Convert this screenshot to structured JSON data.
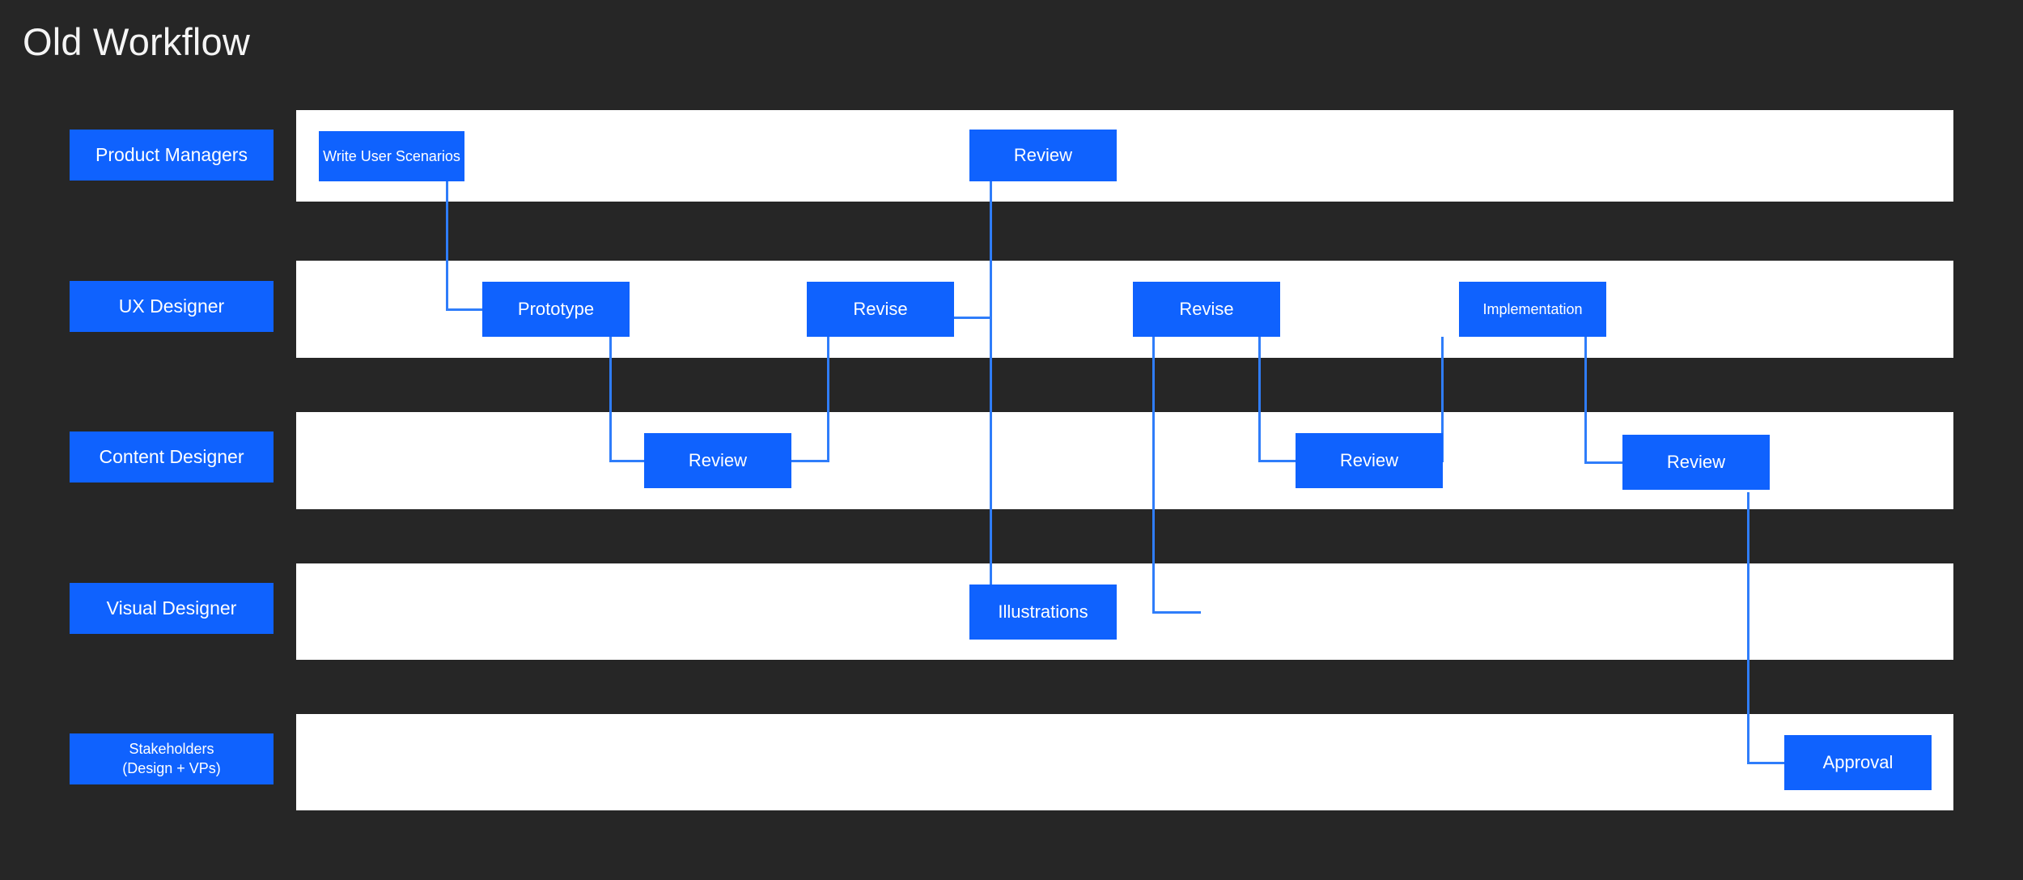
{
  "page": {
    "title": "Old Workflow",
    "background_color": "#262626",
    "lane_color": "#ffffff",
    "accent_color": "#0f62fe",
    "connector_color": "#2f7dfa"
  },
  "lanes": [
    {
      "id": "product-managers",
      "label": "Product Managers"
    },
    {
      "id": "ux-designer",
      "label": "UX Designer"
    },
    {
      "id": "content-designer",
      "label": "Content Designer"
    },
    {
      "id": "visual-designer",
      "label": "Visual Designer"
    },
    {
      "id": "stakeholders",
      "label_line1": "Stakeholders",
      "label_line2": "(Design + VPs)"
    }
  ],
  "tasks": [
    {
      "id": "write-user-scenarios",
      "lane": "product-managers",
      "label": "Write User Scenarios"
    },
    {
      "id": "review-pm",
      "lane": "product-managers",
      "label": "Review"
    },
    {
      "id": "prototype",
      "lane": "ux-designer",
      "label": "Prototype"
    },
    {
      "id": "revise-1",
      "lane": "ux-designer",
      "label": "Revise"
    },
    {
      "id": "revise-2",
      "lane": "ux-designer",
      "label": "Revise"
    },
    {
      "id": "implementation",
      "lane": "ux-designer",
      "label": "Implementation"
    },
    {
      "id": "review-content-1",
      "lane": "content-designer",
      "label": "Review"
    },
    {
      "id": "review-content-2",
      "lane": "content-designer",
      "label": "Review"
    },
    {
      "id": "review-content-3",
      "lane": "content-designer",
      "label": "Review"
    },
    {
      "id": "illustrations",
      "lane": "visual-designer",
      "label": "Illustrations"
    },
    {
      "id": "approval",
      "lane": "stakeholders",
      "label": "Approval"
    }
  ]
}
